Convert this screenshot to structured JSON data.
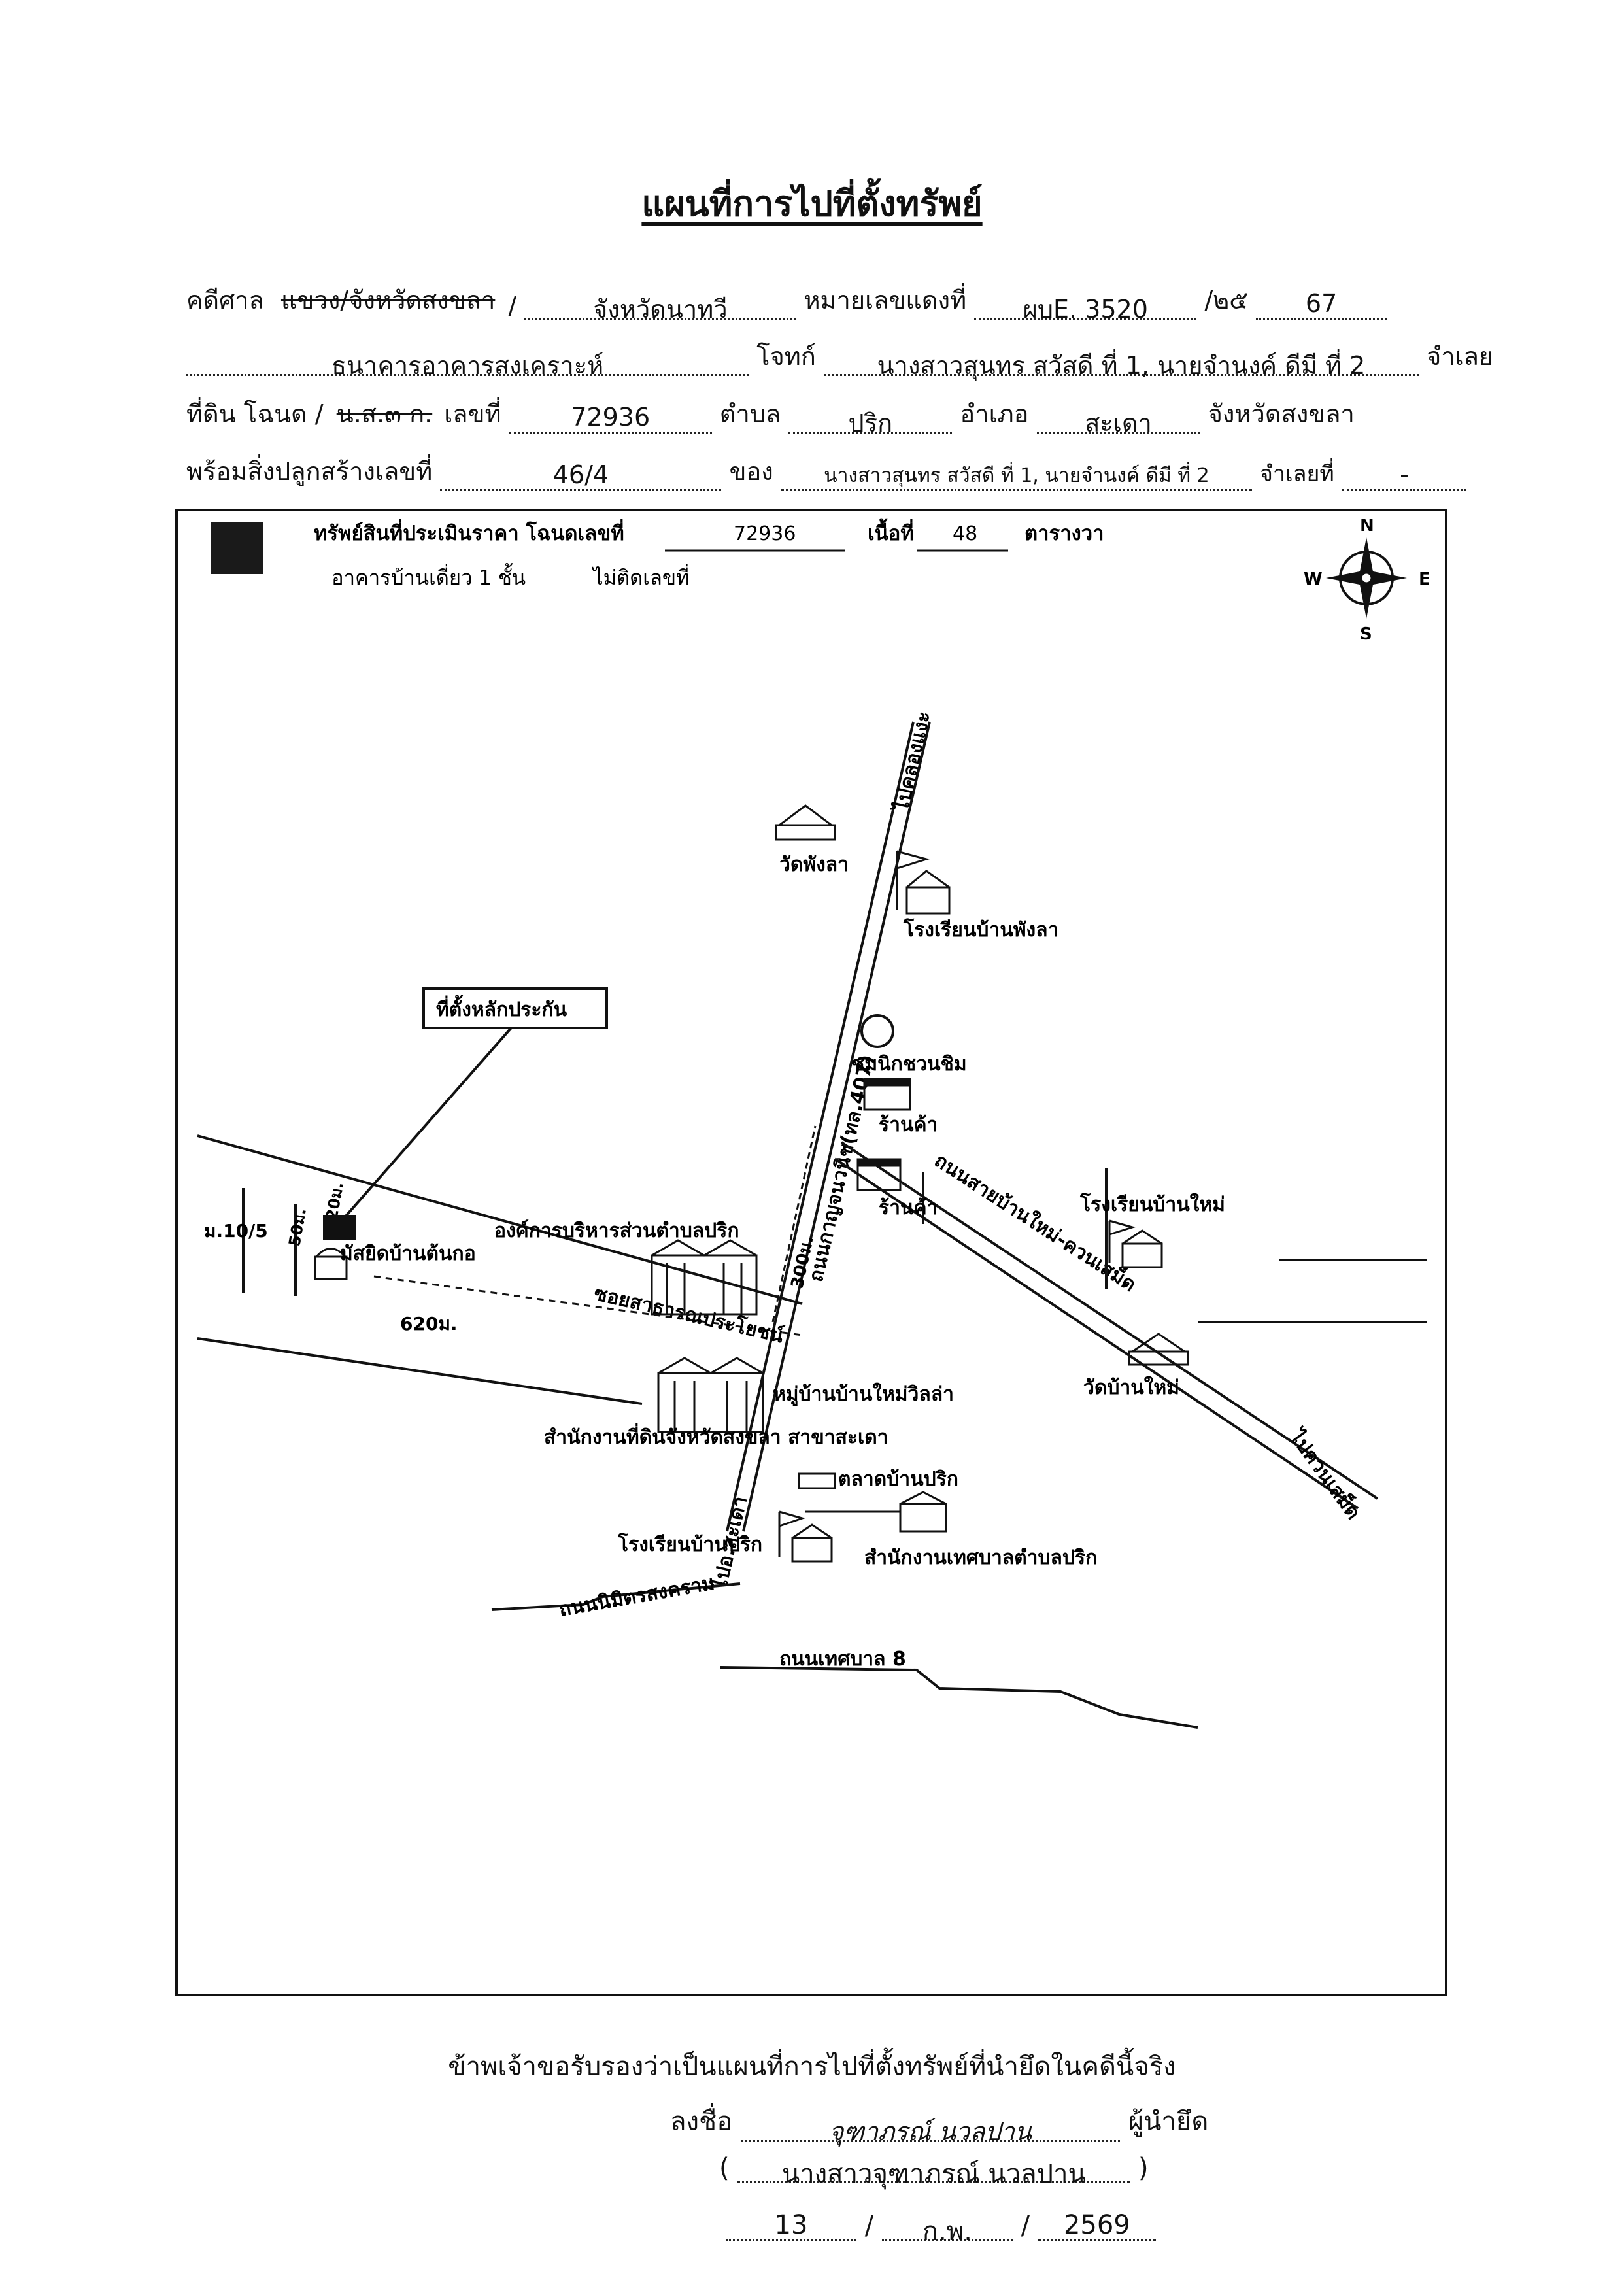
{
  "title": "แผนที่การไปที่ตั้งทรัพย์",
  "header": {
    "row1": {
      "label_court": "คดีศาล",
      "court_struck": "แขวง/จังหวัดสงขลา",
      "slash": "/",
      "court_value": "จังหวัดนาทวี",
      "label_case": "หมายเลขแดงที่",
      "case_no": "ผบE. 3520",
      "case_sep": "/๒๕",
      "case_year": "67"
    },
    "row2": {
      "plaintiff": "ธนาคารอาคารสงเคราะห์",
      "label_defendant": "โจทก์",
      "defendants": "นางสาวสุนทร  สวัสดี ที่ 1, นายจำนงค์  ดีมี ที่ 2",
      "label_defendant_suffix": "จำเลย"
    },
    "row3": {
      "label_land": "ที่ดิน โฉนด /",
      "land_struck": "น.ส.๓ ก.",
      "label_no": "เลขที่",
      "deed_no": "72936",
      "label_subdistrict": "ตำบล",
      "subdistrict": "ปริก",
      "label_district": "อำเภอ",
      "district": "สะเดา",
      "province_text": "จังหวัดสงขลา"
    },
    "row4": {
      "label_building": "พร้อมสิ่งปลูกสร้างเลขที่",
      "building_no": "46/4",
      "label_owner": "ของ",
      "owner": "นางสาวสุนทร  สวัสดี  ที่ 1, นายจำนงค์  ดีมี  ที่ 2",
      "label_defendant_no": "จำเลยที่",
      "defendant_no": "-"
    }
  },
  "map": {
    "legend": {
      "text": "ทรัพย์สินที่ประเมินราคา โฉนดเลขที่",
      "deed_no": "72936",
      "area_label": "เนื้อที่",
      "area_value": "48",
      "area_unit": "ตารางวา",
      "building_desc": "อาคารบ้านเดี่ยว  1  ชั้น",
      "building_note": "ไม่ติดเลขที่"
    },
    "compass": {
      "n": "N",
      "s": "S",
      "e": "E",
      "w": "W"
    },
    "callout": "ที่ตั้งหลักประกัน",
    "labels": {
      "to_khlong_ngae": "ไปคลองแงะ",
      "wat_phang_la": "วัดพังลา",
      "school_phang_la": "โรงเรียนบ้านพังลา",
      "highway": "ถนนกาญจนวนิช(ทล.407)",
      "chuan_chim": "ชมนิกชวนชิม",
      "shop1": "ร้านค้า",
      "shop2": "ร้านค้า",
      "road_ban_mai": "ถนนสายบ้านใหม่-ควนเสม็ด",
      "school_ban_mai": "โรงเรียนบ้านใหม่",
      "village_no": "ม.10/5",
      "dist_20": "20ม.",
      "dist_50": "50ม.",
      "masjid": "มัสยิดบ้านต้นกอ",
      "tambon_admin": "องค์การบริหารส่วนตำบลปริก",
      "dist_300": "300ม.",
      "dist_620": "620ม.",
      "soi": "ซอยสาธารณประโยชน์",
      "village_estate": "หมู่บ้านบ้านใหม่วิลล่า",
      "land_office": "สำนักงานที่ดินจังหวัดสงขลา สาขาสะเดา",
      "wat_ban_mai": "วัดบ้านใหม่",
      "to_khuan_samet": "ไปควนเสม็ด",
      "market": "ตลาดบ้านปริก",
      "school_prik": "โรงเรียนบ้านปริก",
      "municipal_office": "สำนักงานเทศบาลตำบลปริก",
      "road_nimit": "ถนนนิมิตรสงคราม",
      "to_sadao": "ไปอ.สะเดา",
      "road_thesaban": "ถนนเทศบาล 8"
    }
  },
  "footer": {
    "certify": "ข้าพเจ้าขอรับรองว่าเป็นแผนที่การไปที่ตั้งทรัพย์ที่นำยึดในคดีนี้จริง",
    "label_sign": "ลงชื่อ",
    "signature": "จุฑาภรณ์  นวลปาน",
    "label_role": "ผู้นำยึด",
    "open_paren": "(",
    "printed_name": "นางสาวจุฑาภรณ์  นวลปาน",
    "close_paren": ")",
    "day": "13",
    "month": "ก.พ.",
    "year": "2569",
    "sep": "/"
  }
}
